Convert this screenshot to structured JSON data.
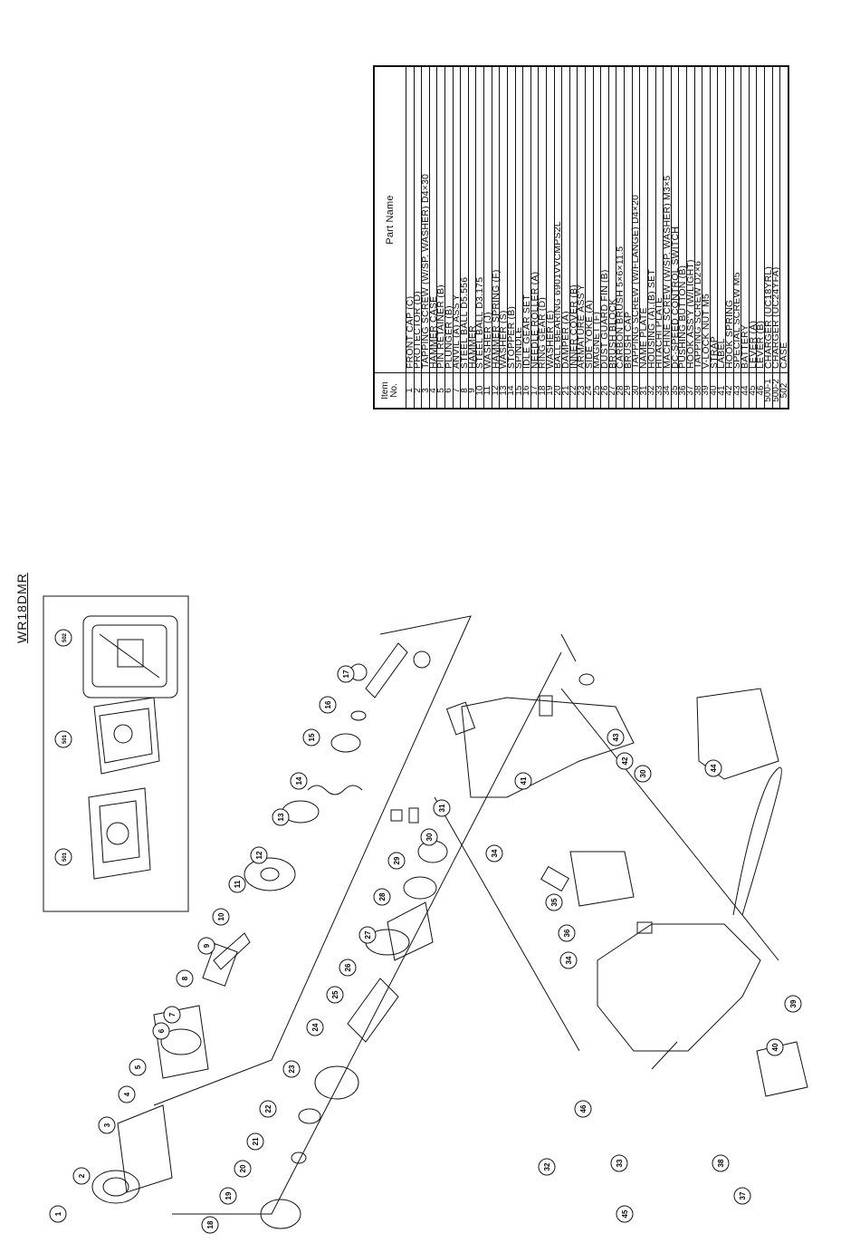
{
  "model": "WR18DMR",
  "table": {
    "header_item": [
      "Item",
      "No."
    ],
    "header_name": "Part Name",
    "rows": [
      {
        "no": "1",
        "name": "FRONT CAP (C)"
      },
      {
        "no": "2",
        "name": "PROTECTOR (D)"
      },
      {
        "no": "3",
        "name": "TAPPING SCREW (W/SP. WASHER) D4×30"
      },
      {
        "no": "4",
        "name": "HAMMER CASE"
      },
      {
        "no": "5",
        "name": "PIN RETAINER (B)"
      },
      {
        "no": "6",
        "name": "PLUNGER (B)"
      },
      {
        "no": "7",
        "name": "ANVIL (A) ASS'Y"
      },
      {
        "no": "8",
        "name": "STEEL BALL D5.556"
      },
      {
        "no": "9",
        "name": "HAMMER"
      },
      {
        "no": "10",
        "name": "STEEL BALL D3.175"
      },
      {
        "no": "11",
        "name": "WASHER (J)"
      },
      {
        "no": "12",
        "name": "HAMMER SPRING (F)"
      },
      {
        "no": "13",
        "name": "WASHER (S)"
      },
      {
        "no": "14",
        "name": "STOPPER (B)"
      },
      {
        "no": "15",
        "name": "SPINDLE"
      },
      {
        "no": "16",
        "name": "IDLE GEAR SET"
      },
      {
        "no": "17",
        "name": "NEEDLE ROLLER (A)"
      },
      {
        "no": "18",
        "name": "RING GEAR (D)"
      },
      {
        "no": "19",
        "name": "WASHER (E)"
      },
      {
        "no": "20",
        "name": "BALL BEARING 6901VVCMPS2L"
      },
      {
        "no": "21",
        "name": "DAMPER (A)"
      },
      {
        "no": "22",
        "name": "INNER COVER (B)"
      },
      {
        "no": "23",
        "name": "ARMATURE ASS'Y"
      },
      {
        "no": "24",
        "name": "SIDE YOKE (A)"
      },
      {
        "no": "25",
        "name": "MAGNET (F)"
      },
      {
        "no": "26",
        "name": "DUST GUARD FIN (B)"
      },
      {
        "no": "27",
        "name": "BRUSH BLOCK"
      },
      {
        "no": "28",
        "name": "CARBON BRUSH 5×6×11.5"
      },
      {
        "no": "29",
        "name": "BRUSH CAP"
      },
      {
        "no": "30",
        "name": "TAPPING SCREW (W/FLANGE) D4×20"
      },
      {
        "no": "31",
        "name": "NAME PLATE"
      },
      {
        "no": "32",
        "name": "HOUSING (A).(B) SET"
      },
      {
        "no": "33",
        "name": "HITACHI PLATE"
      },
      {
        "no": "34",
        "name": "MACHINE SCREW (W/SP. WASHER) M3×5"
      },
      {
        "no": "35",
        "name": "DC-SPEED CONTROL SWITCH"
      },
      {
        "no": "36",
        "name": "PUSHING BUTTON (B)"
      },
      {
        "no": "37",
        "name": "HOOK ASS'Y (W/LIGHT)"
      },
      {
        "no": "38",
        "name": "TAPPING SCREW D2×6"
      },
      {
        "no": "39",
        "name": "V-LOCK NUT M5"
      },
      {
        "no": "40",
        "name": "STRAP"
      },
      {
        "no": "41",
        "name": "LABEL"
      },
      {
        "no": "42",
        "name": "HOOK SPRING"
      },
      {
        "no": "43",
        "name": "SPECIAL SCREW M5"
      },
      {
        "no": "44",
        "name": "BATTERY"
      },
      {
        "no": "45",
        "name": "LEVER (A)"
      },
      {
        "no": "46",
        "name": "LEVER (B)"
      },
      {
        "no": "500-1",
        "name": "CHARGER (UC18YRL)"
      },
      {
        "no": "500-2",
        "name": "CHARGER (UC24YFA)"
      },
      {
        "no": "502",
        "name": "CASE"
      }
    ]
  },
  "diagram": {
    "callouts": [
      "1",
      "2",
      "3",
      "4",
      "5",
      "6",
      "7",
      "8",
      "9",
      "10",
      "11",
      "12",
      "13",
      "14",
      "15",
      "16",
      "17",
      "18",
      "19",
      "20",
      "21",
      "22",
      "23",
      "24",
      "25",
      "26",
      "27",
      "28",
      "29",
      "30",
      "30",
      "31",
      "32",
      "33",
      "34",
      "34",
      "35",
      "36",
      "37",
      "38",
      "39",
      "40",
      "41",
      "42",
      "43",
      "44",
      "45",
      "46",
      "501",
      "501",
      "502"
    ]
  }
}
